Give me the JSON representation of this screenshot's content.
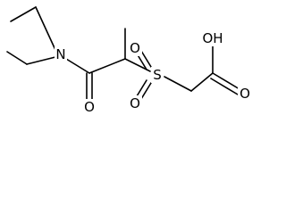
{
  "molecule": {
    "atoms": {
      "amide_n": "N",
      "amide_o": "O",
      "sulfur": "S",
      "sulfonyl_o_top": "O",
      "sulfonyl_o_bottom": "O",
      "acid_oh": "OH",
      "acid_o": "O"
    },
    "colors": {
      "bond": "#000000",
      "label": "#000000",
      "background": "#ffffff"
    }
  }
}
